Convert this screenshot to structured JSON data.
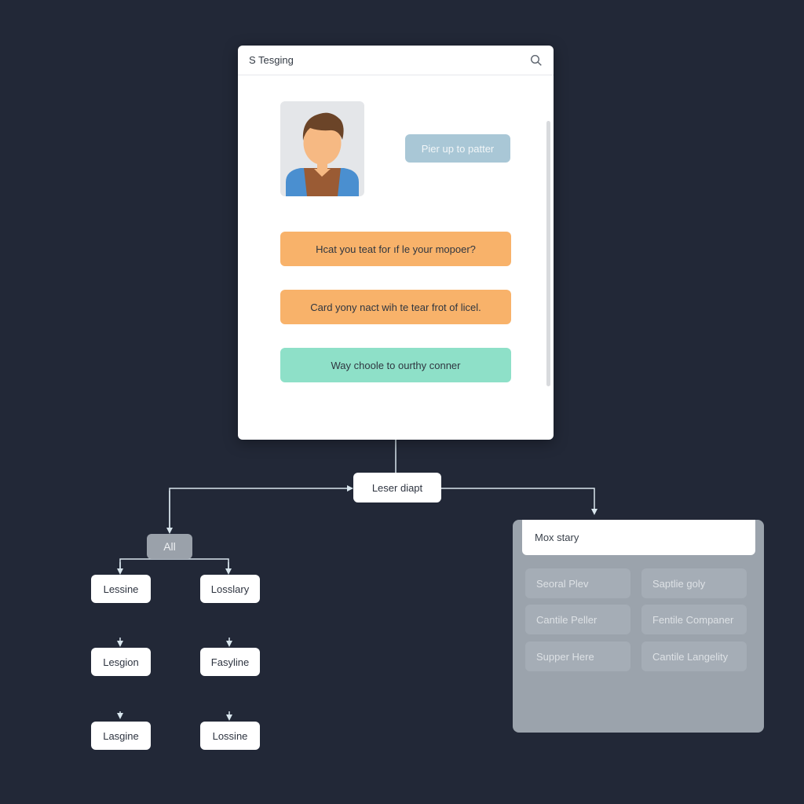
{
  "window": {
    "title": "S  Tesging",
    "pill_label": "Pier up to patter",
    "options": [
      "Hcat you teat for ıf le your mopoer?",
      "Card yony nact wih te tear frot of licel.",
      "Way choole to ourthy conner"
    ]
  },
  "flow": {
    "center_node": "Leser diapt",
    "filter": "All",
    "left_column": [
      "Lessine",
      "Lesgion",
      "Lasgine"
    ],
    "right_column": [
      "Losslary",
      "Fasyline",
      "Lossine"
    ]
  },
  "panel": {
    "header": "Mox stary",
    "items": [
      "Seoral Plev",
      "Saptlie goly",
      "Cantile Peller",
      "Fentile Companer",
      "Supper Here",
      "Cantile Langelity"
    ]
  },
  "colors": {
    "background": "#222837",
    "orange": "#f8b26a",
    "teal": "#8ee0c8",
    "pill": "#a9c7d6",
    "panel": "#9ba3ac",
    "connector": "#d9e6ee"
  },
  "icons": {
    "search": "search-icon",
    "avatar": "person-avatar-icon"
  }
}
